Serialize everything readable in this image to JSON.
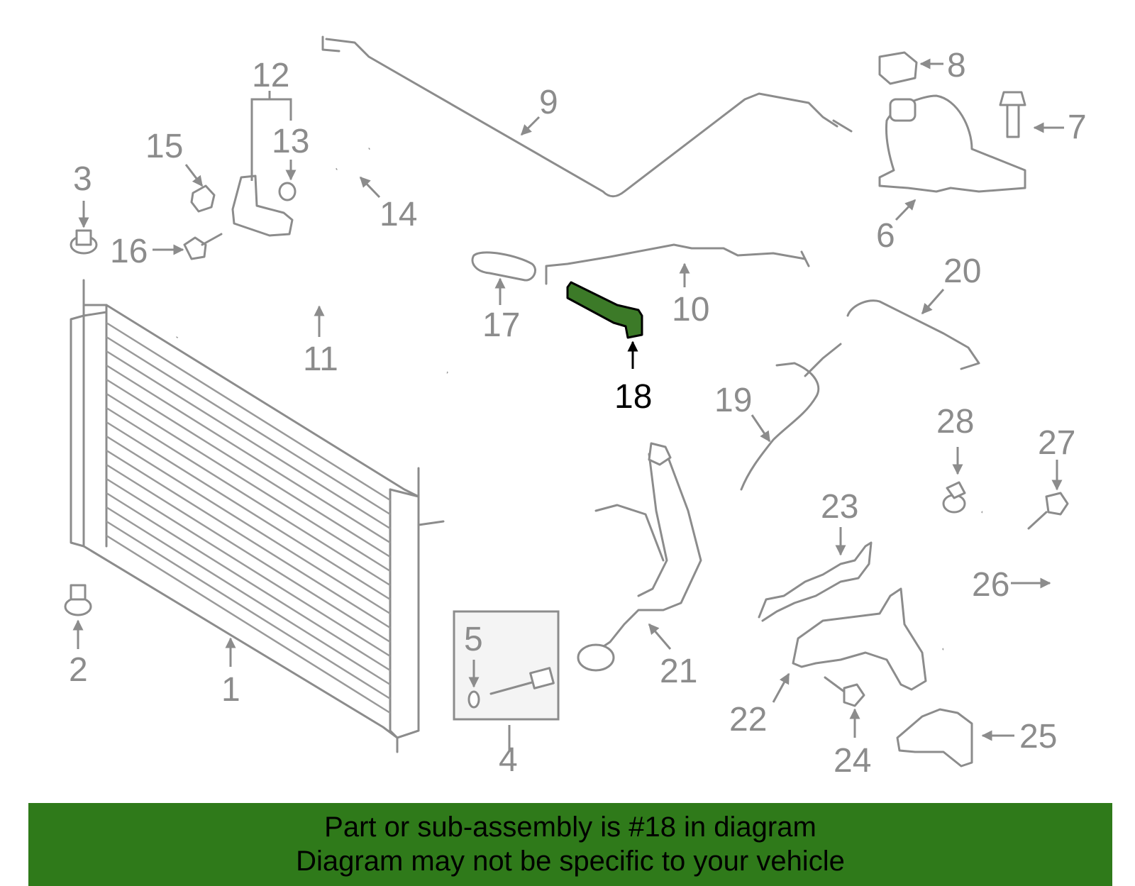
{
  "colors": {
    "highlight": "#3c7a28",
    "banner": "#2f7a1a",
    "part_stroke": "#8c8c8c"
  },
  "callouts": {
    "c1": "1",
    "c2": "2",
    "c3": "3",
    "c4": "4",
    "c5": "5",
    "c6": "6",
    "c7": "7",
    "c8": "8",
    "c9": "9",
    "c10": "10",
    "c11": "11",
    "c12": "12",
    "c13": "13",
    "c14": "14",
    "c15": "15",
    "c16": "16",
    "c17": "17",
    "c18": "18",
    "c19": "19",
    "c20": "20",
    "c21": "21",
    "c22": "22",
    "c23": "23",
    "c24": "24",
    "c25": "25",
    "c26": "26",
    "c27": "27",
    "c28": "28"
  },
  "banner": {
    "line1": "Part or sub-assembly is #18 in diagram",
    "line2": "Diagram may not be specific to your vehicle"
  }
}
